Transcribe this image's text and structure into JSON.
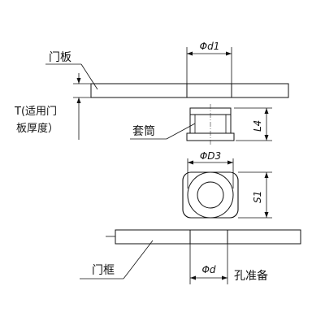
{
  "labels": {
    "door_panel": "门板",
    "thickness_line1": "T(适用门",
    "thickness_line2": "板厚度）",
    "sleeve": "套筒",
    "door_frame": "门框",
    "hole_prep": "孔准备"
  },
  "dimensions": {
    "d1": "Φd1",
    "D3": "ΦD3",
    "L4": "L4",
    "S1": "S1",
    "d": "Φd"
  }
}
